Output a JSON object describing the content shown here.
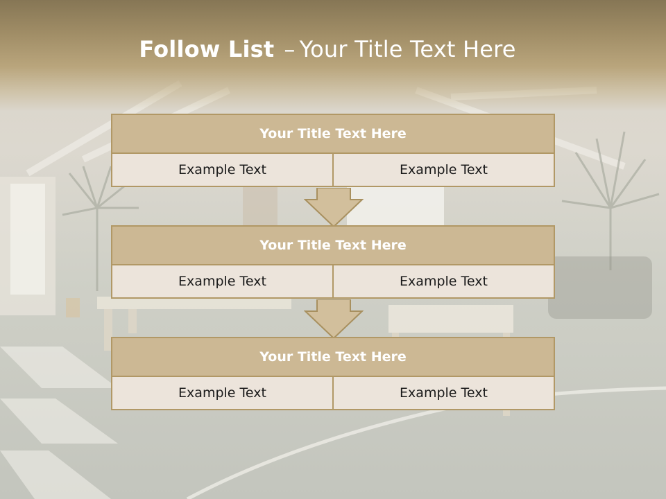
{
  "header": {
    "title_bold": "Follow List",
    "title_dash": "–",
    "title_rest": "Your Title Text Here"
  },
  "blocks": [
    {
      "title": "Your Title Text Here",
      "cells": [
        "Example Text",
        "Example Text"
      ]
    },
    {
      "title": "Your Title Text Here",
      "cells": [
        "Example Text",
        "Example Text"
      ]
    },
    {
      "title": "Your Title Text Here",
      "cells": [
        "Example Text",
        "Example Text"
      ]
    }
  ],
  "colors": {
    "header_brown": "#867655",
    "block_title_tan": "#ccb894",
    "block_border": "#b19866",
    "block_cell_bg": "#ece4db",
    "arrow_fill": "#d2bf9c"
  }
}
